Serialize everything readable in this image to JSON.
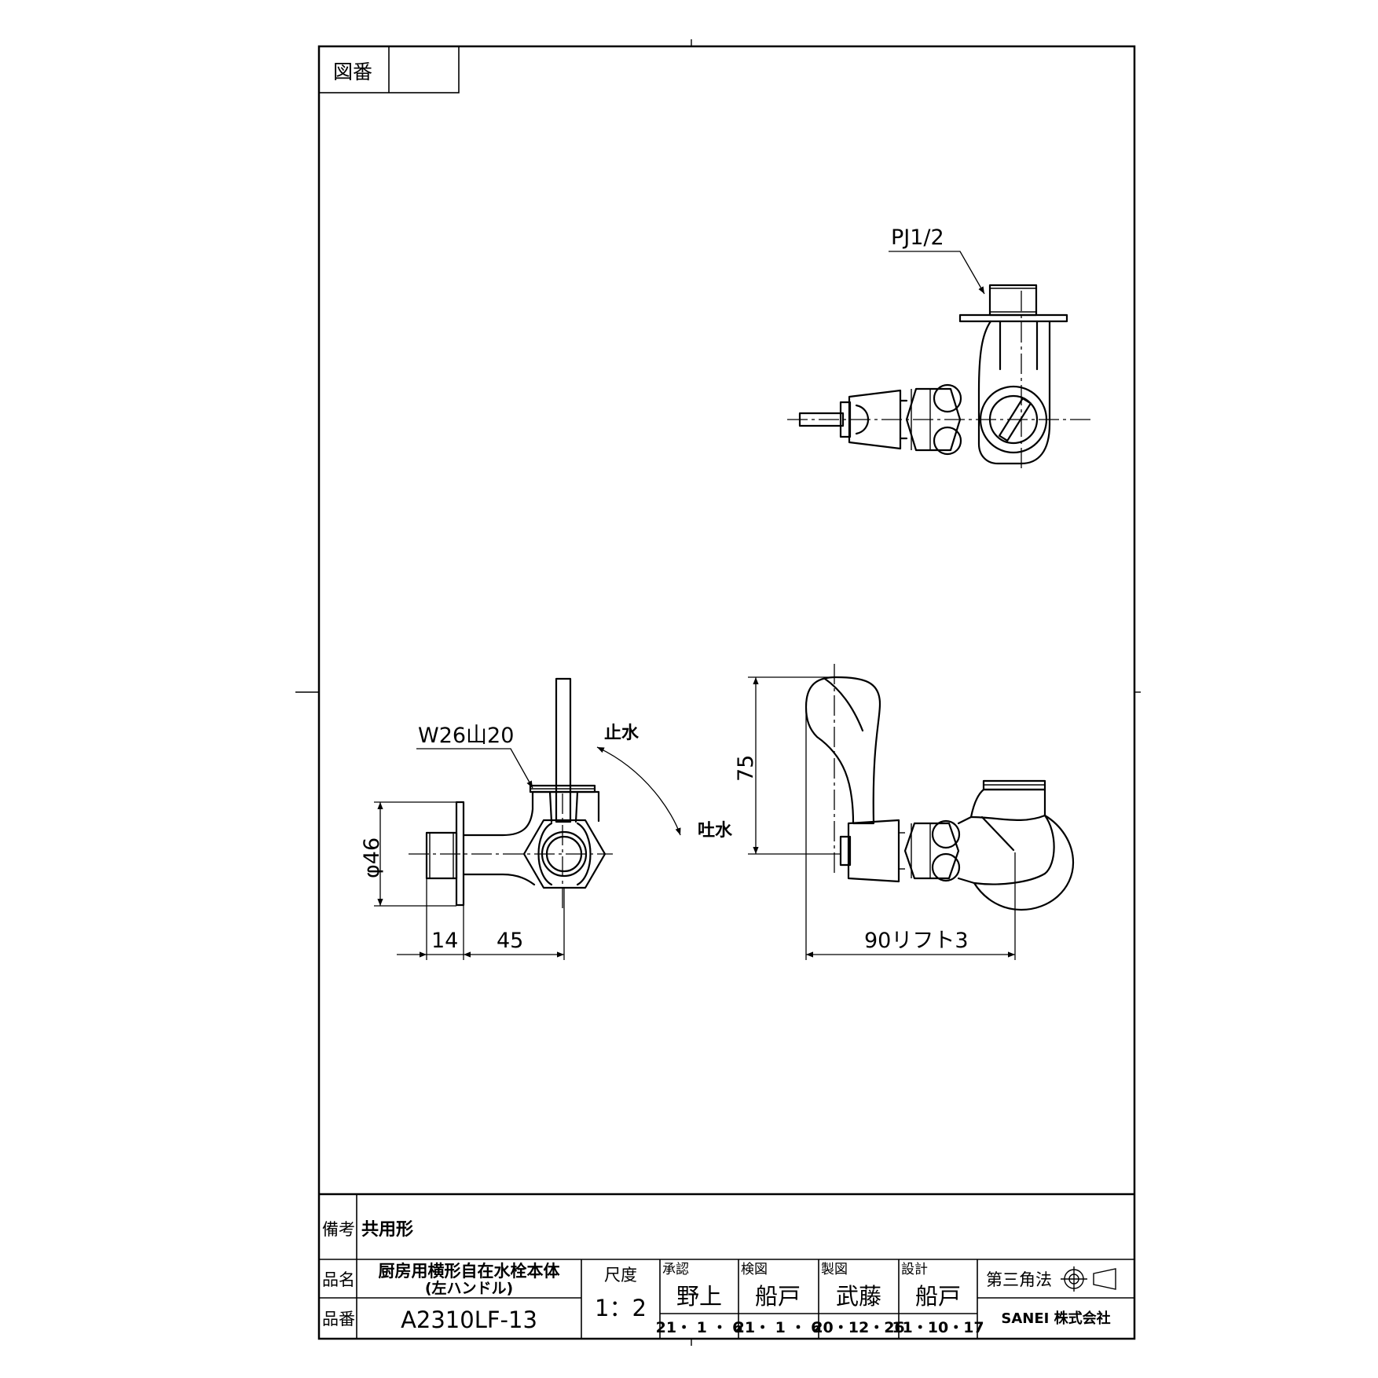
{
  "drawing_number_label": "図番",
  "drawing_number_value": "",
  "dimensions": {
    "port_thread": "PJ1/2",
    "union_thread": "W26山20",
    "flange_diameter": "φ46",
    "length_left": "14",
    "length_right": "45",
    "height": "75",
    "width_lift": "90リフト3",
    "stop_label": "止水",
    "discharge_label": "吐水"
  },
  "title_block": {
    "remarks_label": "備考",
    "remarks_value": "共用形",
    "name_label": "品名",
    "name_line1": "厨房用横形自在水栓本体",
    "name_line2": "(左ハンドル)",
    "number_label": "品番",
    "number_value": "A2310LF-13",
    "scale_label": "尺度",
    "scale_value": "1：2",
    "approval_label": "承認",
    "approval_name": "野上",
    "approval_date": "21・ 1 ・ 6",
    "inspection_label": "検図",
    "inspection_name": "船戸",
    "inspection_date": "21・ 1 ・ 6",
    "drafting_label": "製図",
    "drafting_name": "武藤",
    "drafting_date": "20・12・26",
    "design_label": "設計",
    "design_name": "船戸",
    "design_date": "11・10・17",
    "projection_label": "第三角法",
    "company": "SANEI 株式会社"
  }
}
